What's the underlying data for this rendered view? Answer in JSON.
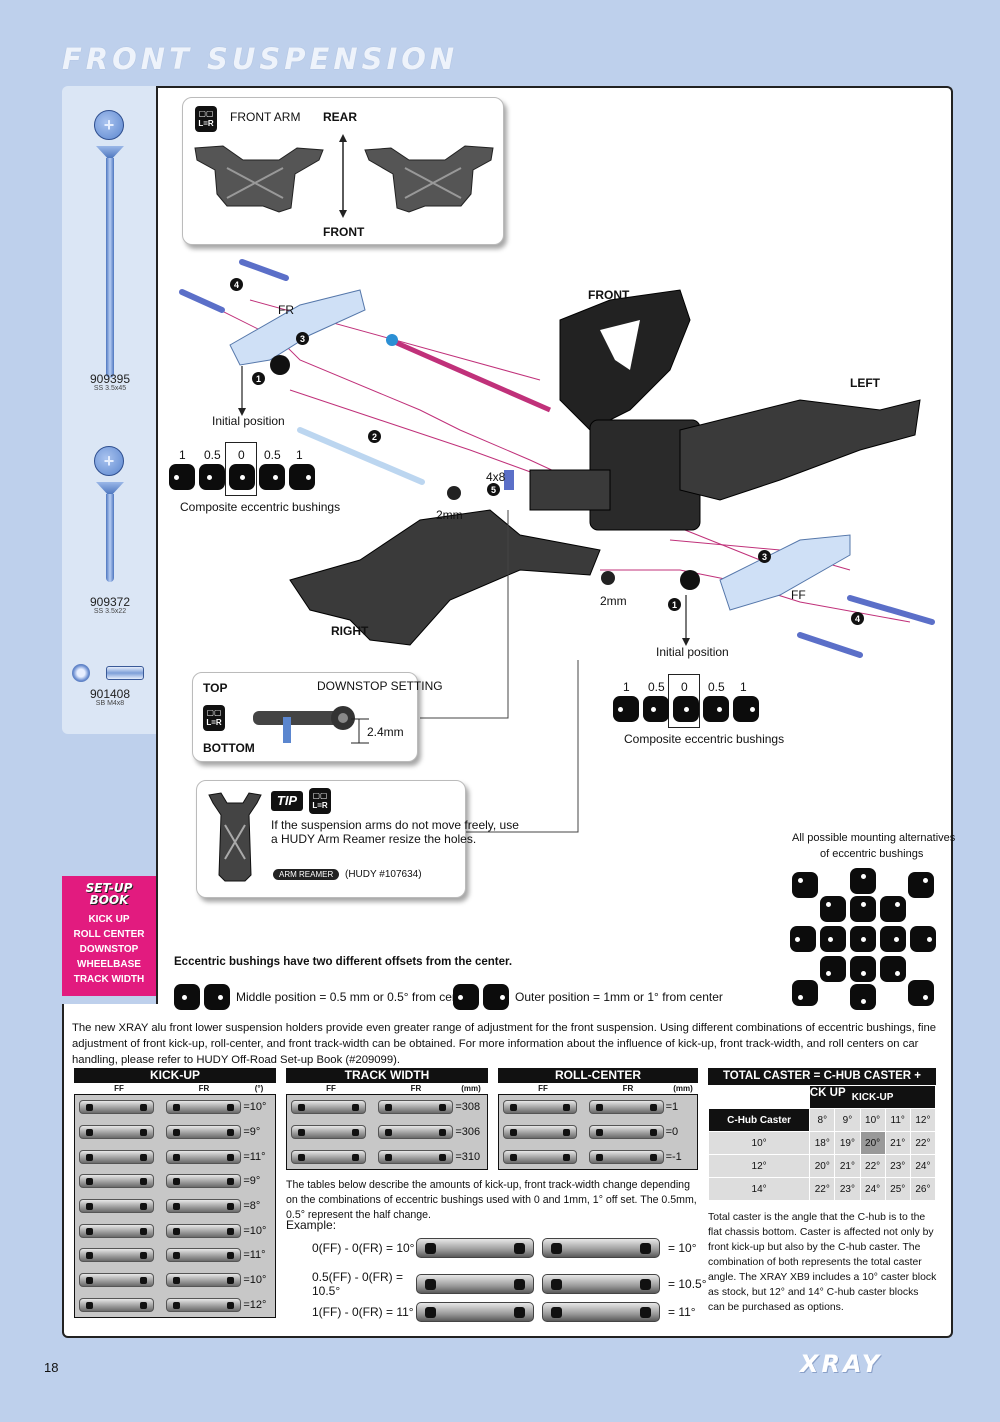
{
  "page": {
    "title": "FRONT SUSPENSION",
    "page_number": "18",
    "brand": "XRAY"
  },
  "sidebar": {
    "parts": [
      {
        "code": "909395",
        "size": "SS 3.5x45"
      },
      {
        "code": "909372",
        "size": "SS 3.5x22"
      },
      {
        "code": "901408",
        "size": "SB M4x8"
      }
    ]
  },
  "front_arm_card": {
    "lr": "L=R",
    "label": "FRONT ARM",
    "rear": "REAR",
    "front": "FRONT"
  },
  "diagram": {
    "front_label": "FRONT",
    "left_label": "LEFT",
    "right_label": "RIGHT",
    "fr_label": "FR",
    "ff_label": "FF",
    "pin_size": "4x8",
    "shim_left": "2mm",
    "shim_right": "2mm",
    "callouts": [
      "4",
      "3",
      "1",
      "2",
      "5",
      "3",
      "1",
      "4"
    ]
  },
  "eccentric_left": {
    "title": "Initial position",
    "offsets": [
      "1",
      "0.5",
      "0",
      "0.5",
      "1"
    ],
    "caption": "Composite eccentric bushings"
  },
  "eccentric_right": {
    "title": "Initial position",
    "offsets": [
      "1",
      "0.5",
      "0",
      "0.5",
      "1"
    ],
    "caption": "Composite eccentric bushings"
  },
  "downstop_card": {
    "top": "TOP",
    "bottom": "BOTTOM",
    "lr": "L=R",
    "title": "DOWNSTOP SETTING",
    "value": "2.4mm"
  },
  "tip_card": {
    "badge": "TIP",
    "lr": "L=R",
    "text_line1": "If the suspension arms do not move freely, use",
    "text_line2": "a HUDY Arm Reamer resize the holes.",
    "tool": "ARM REAMER",
    "tool_code": "(HUDY #107634)"
  },
  "mounting": {
    "title_line1": "All possible mounting alternatives",
    "title_line2": "of eccentric bushings"
  },
  "setup_book": {
    "title_line1": "SET-UP",
    "title_line2": "BOOK",
    "items": [
      "KICK UP",
      "ROLL CENTER",
      "DOWNSTOP",
      "WHEELBASE",
      "TRACK WIDTH"
    ]
  },
  "offsets_note": {
    "heading": "Eccentric bushings have two different offsets from the center.",
    "middle": "Middle position = 0.5 mm or 0.5° from center",
    "outer": "Outer position = 1mm or 1° from center"
  },
  "paragraph": "The new XRAY alu front lower suspension holders provide even greater range of adjustment for the front suspension. Using different combinations of eccentric bushings, fine adjustment of front kick-up, roll-center, and front track-width can be obtained. For more information about the influence of  kick-up, front track-width, and roll centers on car handling, please refer to HUDY Off-Road Set-up Book (#209099).",
  "kickup_table": {
    "title": "KICK-UP",
    "col_ff": "FF",
    "col_fr": "FR",
    "unit": "(°)",
    "values": [
      "=10°",
      "=9°",
      "=11°",
      "=9°",
      "=8°",
      "=10°",
      "=11°",
      "=10°",
      "=12°"
    ]
  },
  "trackwidth_table": {
    "title": "TRACK WIDTH",
    "col_ff": "FF",
    "col_fr": "FR",
    "unit": "(mm)",
    "values": [
      "=308",
      "=306",
      "=310"
    ]
  },
  "rollcenter_table": {
    "title": "ROLL-CENTER",
    "col_ff": "FF",
    "col_fr": "FR",
    "unit": "(mm)",
    "values": [
      "=1",
      "=0",
      "=-1"
    ]
  },
  "tables_note": "The tables below describe the amounts of kick-up, front track-width change depending on the combinations of eccentric bushings used with 0 and 1mm, 1° off set. The 0.5mm, 0.5° represent the half change.",
  "example": {
    "label": "Example:",
    "rows": [
      {
        "formula": "0(FF) - 0(FR) = 10°",
        "result": "= 10°"
      },
      {
        "formula": "0.5(FF) - 0(FR) = 10.5°",
        "result": "= 10.5°"
      },
      {
        "formula": "1(FF) - 0(FR) = 11°",
        "result": "= 11°"
      }
    ]
  },
  "caster_table": {
    "title": "TOTAL CASTER = C-HUB CASTER + KICK UP",
    "kickup_header": "KICK-UP",
    "row_header": "C-Hub Caster",
    "kickups": [
      "8°",
      "9°",
      "10°",
      "11°",
      "12°"
    ],
    "rows": [
      {
        "hub": "10°",
        "values": [
          "18°",
          "19°",
          "20°",
          "21°",
          "22°"
        ]
      },
      {
        "hub": "12°",
        "values": [
          "20°",
          "21°",
          "22°",
          "23°",
          "24°"
        ]
      },
      {
        "hub": "14°",
        "values": [
          "22°",
          "23°",
          "24°",
          "25°",
          "26°"
        ]
      }
    ],
    "note": "Total caster is the angle that the C-hub is to the flat chassis bottom. Caster is affected not only by front kick-up but also by the C-hub caster. The combination of both represents the total caster angle. The XRAY XB9 includes a 10° caster block as stock, but 12° and 14° C-hub caster blocks can be purchased as options."
  },
  "colors": {
    "page_bg": "#bed0ec",
    "sidebar_bg": "#dbe6f5",
    "accent_magenta": "#e21b7f",
    "part_blue": "#5b86cf",
    "text": "#111111"
  }
}
